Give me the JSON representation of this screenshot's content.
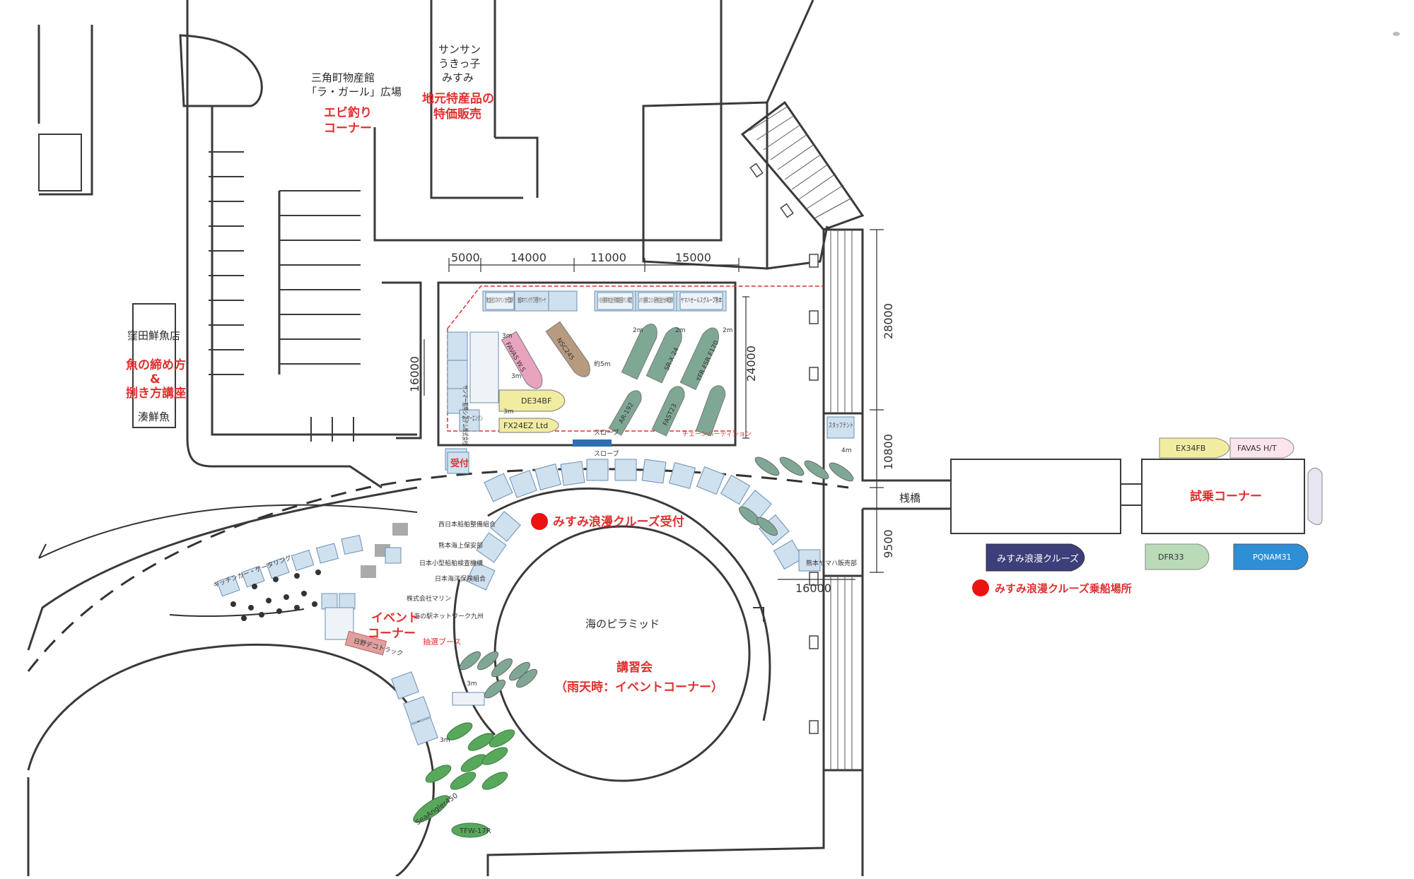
{
  "labels": {
    "bussan_name": "三角町物産館",
    "bussan_sub": "「ラ・ガール」広場",
    "ebi": "エビ釣り",
    "ebi2": "コーナー",
    "sansan1": "サンサン",
    "sansan2": "うきっ子",
    "sansan3": "みすみ",
    "tokka1": "地元特産品の",
    "tokka2": "特価販売",
    "kubota": "窪田鮮魚店",
    "shime1": "魚の締め方",
    "shime2": "&",
    "shime3": "捌き方講座",
    "minato": "湊鮮魚",
    "uketsuke": "受付",
    "staff": "スタッフテント",
    "sanbashi": "桟橋",
    "shijo": "試乗コーナー",
    "cruise_boat": "みすみ浪漫クルーズ",
    "cruise_reception": "みすみ浪漫クルーズ受付",
    "cruise_boarding": "みすみ浪漫クルーズ乗船場所",
    "pyramid": "海のピラミッド",
    "koshukai": "講習会",
    "ame": "（雨天時：イベントコーナー）",
    "event1": "イベント",
    "event2": "コーナー",
    "chusen": "抽選ブース",
    "kitchen": "キッチンカー・ケータリング",
    "slope1": "スロープ",
    "slope2": "スロープ",
    "chain": "チェーンパーティション",
    "yaku5m": "約5m"
  },
  "dimensions": {
    "d5000": "5000",
    "d14000": "14000",
    "d11000": "11000",
    "d15000": "15000",
    "d16000_left": "16000",
    "d24000": "24000",
    "d28000": "28000",
    "d10800": "10800",
    "d9500": "9500",
    "d16000_bottom": "16000",
    "m3": "3m",
    "m2": "2m",
    "m4": "4m"
  },
  "boats": {
    "favas_ws": "FAVAS W.S",
    "nsc245": "NSC245",
    "de34bf": "DE34BF",
    "fx24ez": "FX24EZ Ltd",
    "sr24": "SR-X 24",
    "yfr": "YFR FSR F170",
    "ar192": "AR-192",
    "fast23": "FAST23",
    "ex34fb": "EX34FB",
    "favas_ht": "FAVAS H/T",
    "dfr33": "DFR33",
    "pqnam31": "PQNAM31",
    "seaangler": "SeaAngler450",
    "tfw17r": "TFW-17R"
  },
  "exhibitors": {
    "e1": "株式会社スズキマリン 九州営業所",
    "e2": "池田本マリンクラブ天野マリーナ",
    "e3": "トヨタ自動車 株式会社 新事業統括部マリン事業室",
    "e4": "いすゞ自動車 エンジン販売株式会社九州沖縄営業所",
    "e5": "ヤマハセールスグループ熊本",
    "e6": "ヤンマー舶用システム株式会社",
    "e7": "ヤンマーエンジン",
    "p1": "西日本船舶整備組合",
    "p2": "日本小型船舶検査機構",
    "p3": "熊本海上保安部",
    "p4": "日本海洋保険組合",
    "p5": "株式会社マリン",
    "p6": "海の駅ネットワーク九州",
    "p7": "熊本ヤマハ販売部",
    "hinode": "日野デコトラック"
  },
  "colors": {
    "red_label": "#e03030",
    "booth_blue": "#cfe0ef",
    "boat_green": "#7fa894",
    "boat_yellow": "#f2eca0",
    "boat_pink": "#e8a3bf",
    "boat_navy": "#3d3f7a",
    "boat_blue": "#2f8fd6",
    "boat_light_green": "#b9dbb8",
    "boat_brown": "#b89a7f",
    "veg_green": "#58a85b"
  }
}
